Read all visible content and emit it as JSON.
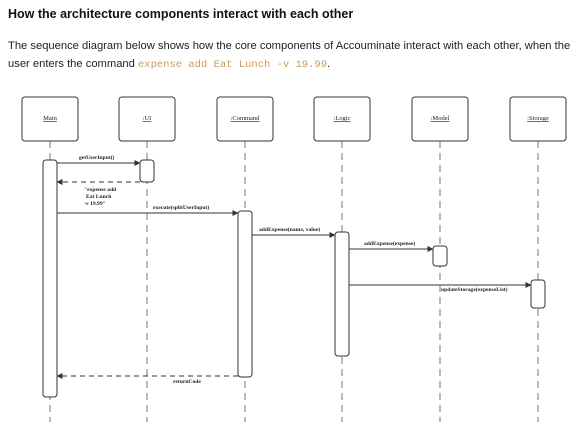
{
  "heading": "How the architecture components interact with each other",
  "intro": {
    "before": "The sequence diagram below shows how the core components of Accouminate interact with each other, when the user enters the command ",
    "command": "expense add Eat Lunch -v 19.99",
    "after": "."
  },
  "participants": [
    {
      "name": "Main"
    },
    {
      "name": ":UI"
    },
    {
      "name": ":Command"
    },
    {
      "name": ":Logic"
    },
    {
      "name": ":Model"
    },
    {
      "name": ":Storage"
    }
  ],
  "messages": {
    "get_user_input": "getUserInput()",
    "return_input_l1": "\"expense add",
    "return_input_l2": "Eat Lunch",
    "return_input_l3": "-v 19.99\"",
    "execute": "execute(splitUserInput)",
    "add_expense_logic": "addExpense(name, value)",
    "add_expense_model": "addExpense(expense)",
    "update_storage": "updateStorage(expenseList)",
    "return_code": "returnCode"
  },
  "colors": {
    "line": "#333333",
    "box_border": "#333333",
    "code": "#c99a5b"
  }
}
